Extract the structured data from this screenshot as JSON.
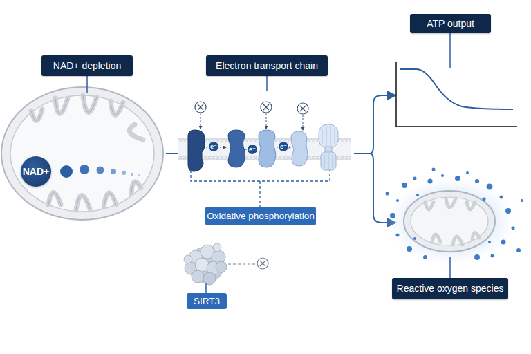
{
  "diagram": {
    "nodes": [
      {
        "text": [
          "NAD+ depletion"
        ]
      },
      {
        "text": [
          "NAD+"
        ]
      },
      {
        "text": [
          "Electron transport chain"
        ]
      },
      {
        "text": [
          "e⁻"
        ]
      },
      {
        "text": [
          "e⁻"
        ]
      },
      {
        "text": [
          "e⁻"
        ]
      },
      {
        "text": [
          "Oxidative phosphorylation"
        ]
      },
      {
        "text": [
          "ATP output"
        ]
      },
      {
        "text": [
          "SIRT3"
        ]
      },
      {
        "text": [
          "Reactive oxygen species"
        ]
      }
    ]
  }
}
